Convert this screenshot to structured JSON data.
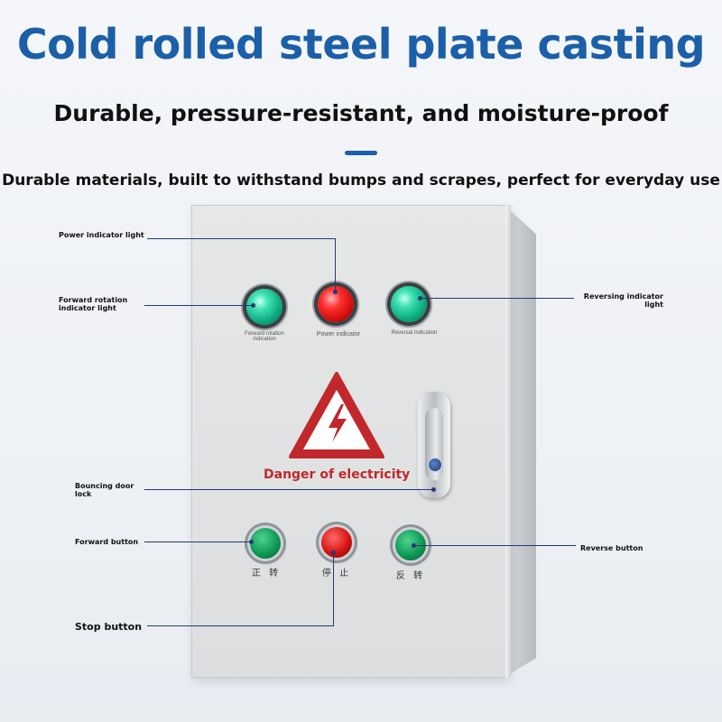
{
  "header": {
    "title": "Cold rolled steel plate casting",
    "subtitle": "Durable, pressure-resistant, and moisture-proof",
    "tagline": "Durable materials, built to withstand bumps and scrapes, perfect for everyday use"
  },
  "callouts": {
    "power_indicator": "Power indicator light",
    "forward_indicator": "Forward rotation indicator light",
    "reversing_indicator": "Reversing indicator light",
    "door_lock": "Bouncing door lock",
    "forward_button": "Forward button",
    "reverse_button": "Reverse button",
    "stop_button": "Stop button"
  },
  "panel": {
    "forward_lamp_label": "Forward rotation indication",
    "power_lamp_label": "Power indicator",
    "reverse_lamp_label": "Reversal indication",
    "warning_text": "Danger of electricity",
    "forward_btn_cn": "正 转",
    "stop_btn_cn": "停 止",
    "reverse_btn_cn": "反 转"
  },
  "colors": {
    "accent": "#1b5fa8",
    "warning_red": "#c0282c",
    "lamp_green": "#0fae84",
    "lamp_red": "#d30d0d"
  }
}
